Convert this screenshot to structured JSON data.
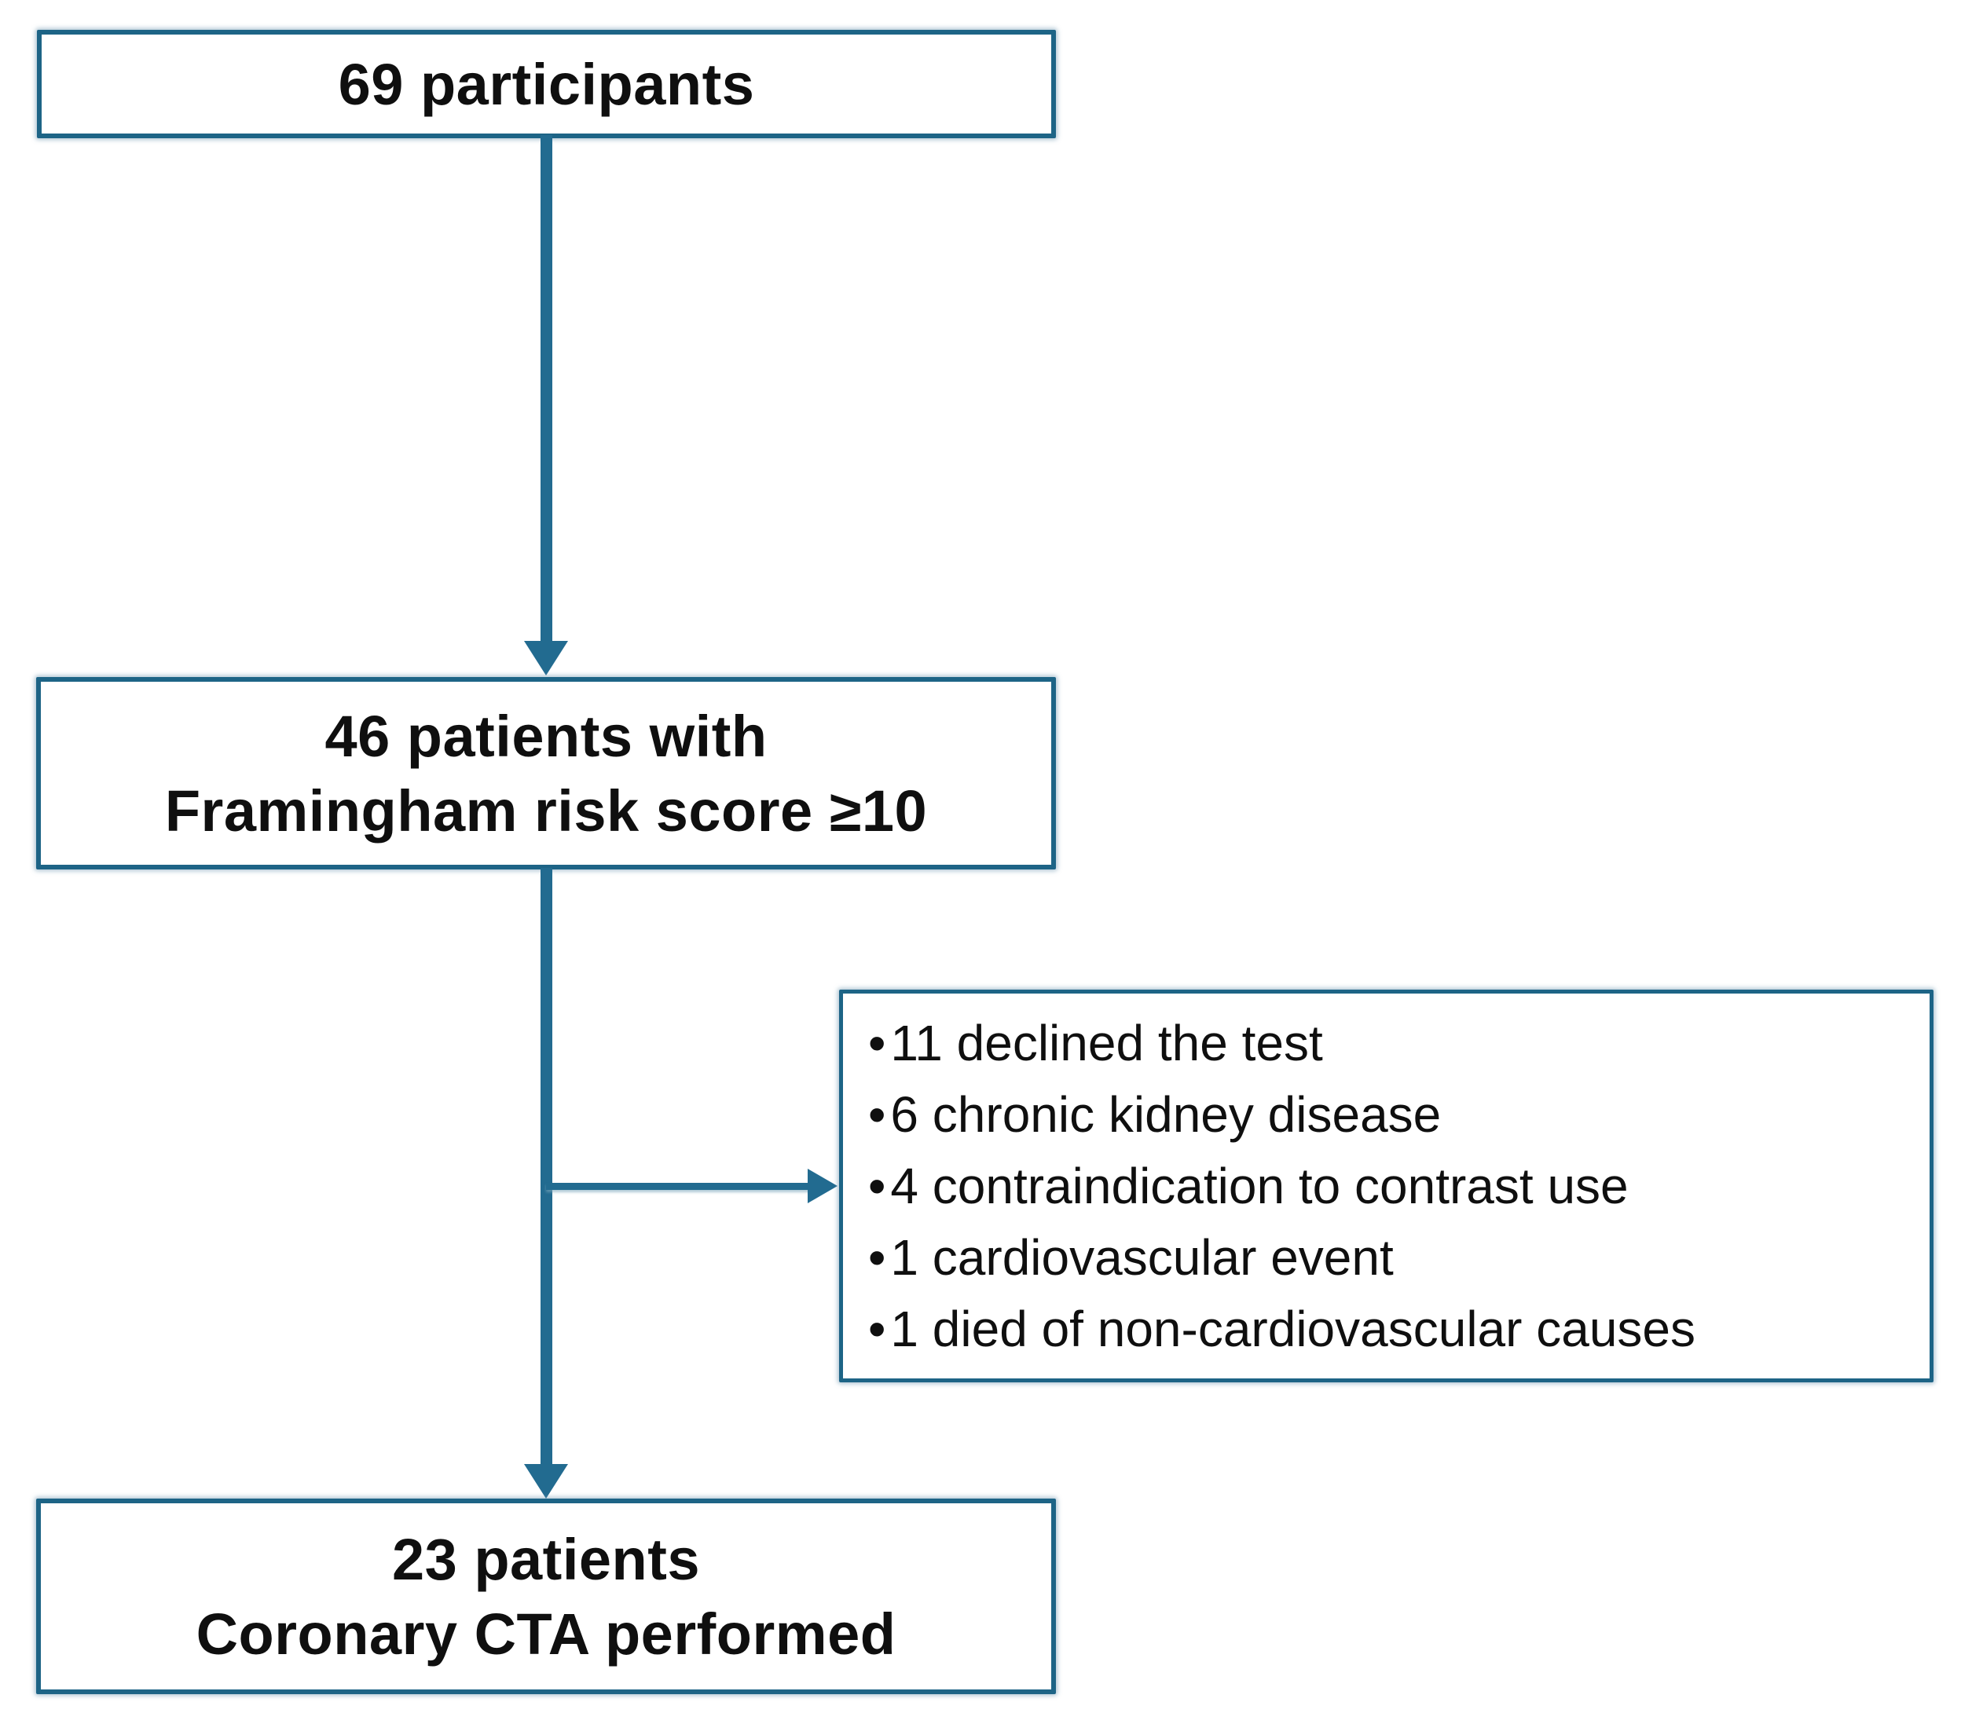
{
  "diagram": {
    "boxes": {
      "participants": {
        "label": "69 participants"
      },
      "framingham": {
        "line1": "46 patients with",
        "line2": "Framingham risk score ≥10"
      },
      "exclusions": {
        "bullet": "•",
        "items": [
          "11 declined the test",
          "6 chronic kidney disease",
          "4 contraindication to contrast use",
          "1 cardiovascular event",
          "1 died of non-cardiovascular causes"
        ]
      },
      "cta": {
        "line1": "23 patients",
        "line2": "Coronary CTA performed"
      }
    },
    "colors": {
      "box_border": "#1d6486",
      "arrow": "#226b90",
      "text": "#0f0f0f",
      "background": "#ffffff"
    }
  }
}
